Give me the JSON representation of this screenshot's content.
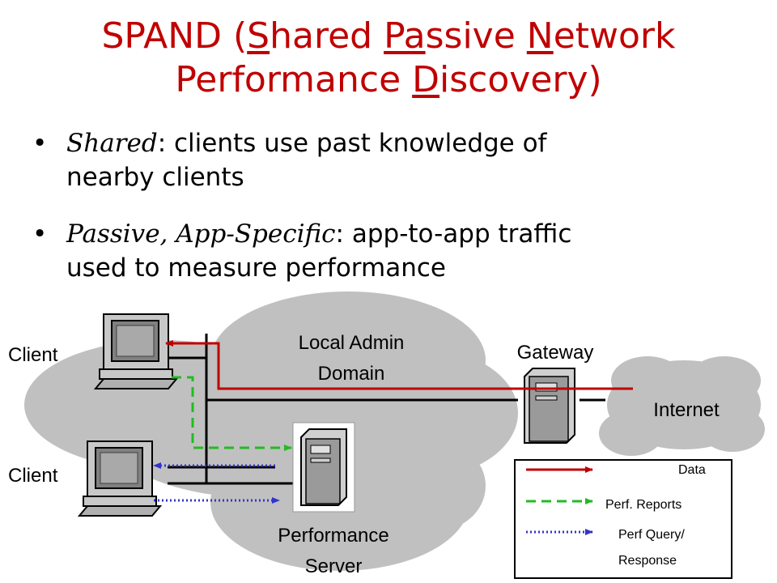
{
  "title": {
    "line1": [
      "SPAND (",
      "S",
      "hared ",
      "Pa",
      "ssive ",
      "N",
      "etwork"
    ],
    "line2": [
      "Performance ",
      "D",
      "iscovery)"
    ]
  },
  "bullets": [
    {
      "marker": "•",
      "term": "Shared",
      "rest_line1": ": clients use past knowledge of",
      "rest_line2": "nearby clients"
    },
    {
      "marker": "•",
      "term": "Passive, App-Specific",
      "rest_line1": ": app-to-app traffic",
      "rest_line2": "used to measure performance"
    }
  ],
  "diagram": {
    "local_domain_label": [
      "Local Admin",
      "Domain"
    ],
    "gateway_label": "Gateway",
    "internet_label": "Internet",
    "client1_label": "Client",
    "client2_label": "Client",
    "server_label": [
      "Performance",
      "Server"
    ],
    "legend": [
      {
        "name": "data",
        "label": "Data",
        "color": "#c00000",
        "style": "solid"
      },
      {
        "name": "perf-reports",
        "label": "Perf. Reports",
        "color": "#22bb22",
        "style": "dashed"
      },
      {
        "name": "perf-query",
        "label_line1": "Perf Query/",
        "label_line2": "Response",
        "color": "#3333cc",
        "style": "dotted"
      }
    ],
    "colors": {
      "data": "#c00000",
      "reports": "#22bb22",
      "query": "#3333cc",
      "cloud": "#c0c0c0"
    }
  }
}
